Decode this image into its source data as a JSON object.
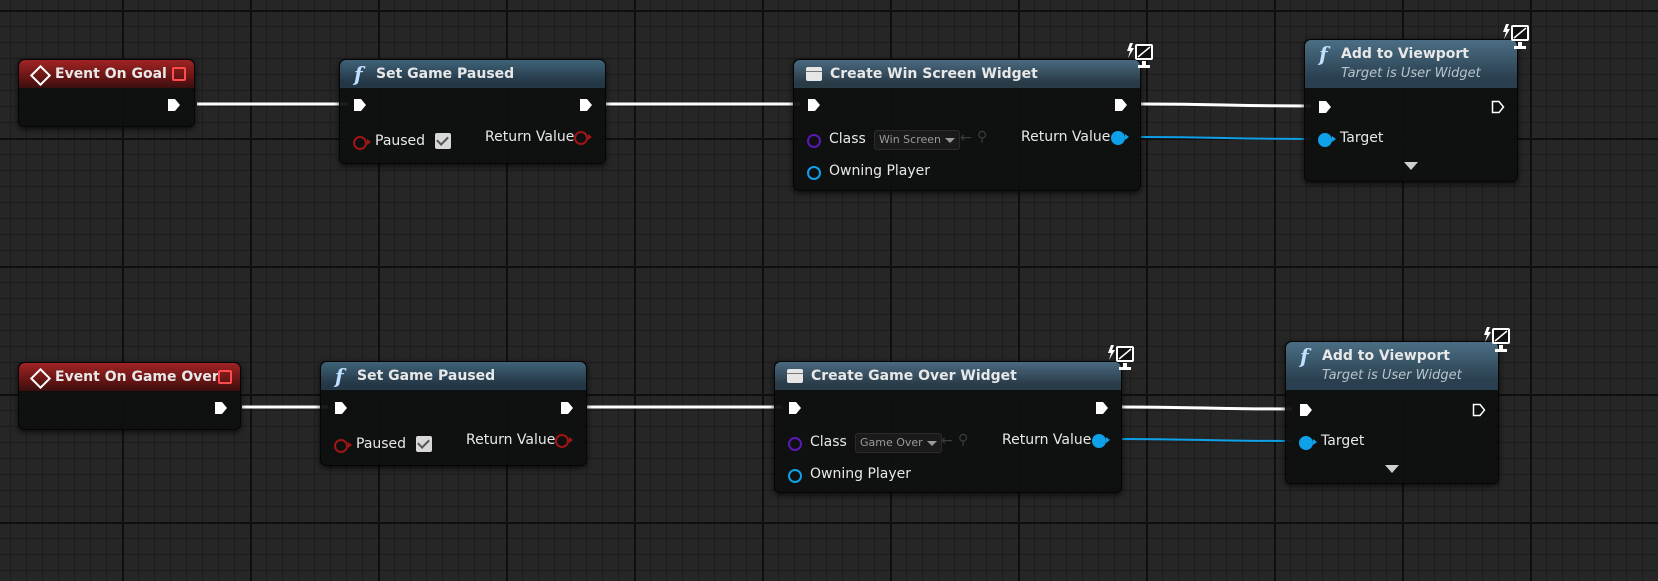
{
  "colors": {
    "exec_wire": "#ffffff",
    "object_wire": "#0ea0e8",
    "event_header": "#a02424",
    "function_header": "#3f6277"
  },
  "rows": [
    {
      "event": {
        "title": "Event On Goal"
      },
      "set_paused": {
        "title": "Set Game Paused",
        "paused_label": "Paused",
        "paused_checked": true,
        "return_label": "Return Value"
      },
      "create_widget": {
        "title": "Create Win Screen Widget",
        "class_label": "Class",
        "class_value": "Win Screen",
        "owning_player_label": "Owning Player",
        "return_label": "Return Value"
      },
      "add_viewport": {
        "title": "Add to Viewport",
        "subtitle": "Target is User Widget",
        "target_label": "Target"
      }
    },
    {
      "event": {
        "title": "Event On Game Over"
      },
      "set_paused": {
        "title": "Set Game Paused",
        "paused_label": "Paused",
        "paused_checked": true,
        "return_label": "Return Value"
      },
      "create_widget": {
        "title": "Create Game Over Widget",
        "class_label": "Class",
        "class_value": "Game Over",
        "owning_player_label": "Owning Player",
        "return_label": "Return Value"
      },
      "add_viewport": {
        "title": "Add to Viewport",
        "subtitle": "Target is User Widget",
        "target_label": "Target"
      }
    }
  ]
}
